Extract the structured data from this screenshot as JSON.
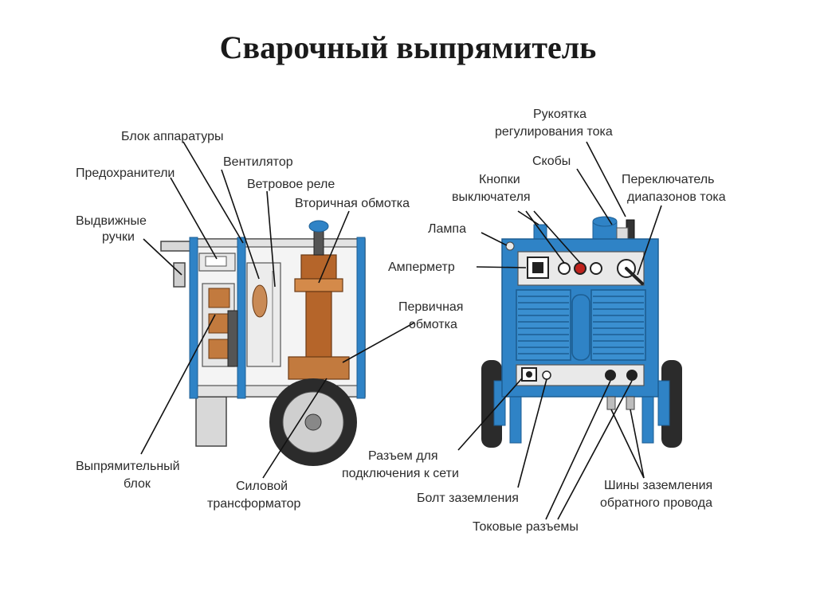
{
  "title": "Сварочный выпрямитель",
  "colors": {
    "body_blue": "#2f83c6",
    "blue_dark": "#1d5e93",
    "copper": "#b5652a",
    "copper_light": "#d48a4a",
    "metal_gray": "#d8d8d8",
    "wheel_dark": "#2b2b2b",
    "lamp_red": "#c0221d",
    "leader_line": "#111111",
    "text": "#2b2b2b"
  },
  "side_view": {
    "labels": {
      "apparatus_block": "Блок аппаратуры",
      "fan": "Вентилятор",
      "fuses": "Предохранители",
      "wind_relay": "Ветровое реле",
      "secondary_winding": "Вторичная обмотка",
      "pull_handles_1": "Выдвижные",
      "pull_handles_2": "ручки",
      "primary_winding_1": "Первичная",
      "primary_winding_2": "обмотка",
      "rectifier_block_1": "Выпрямительный",
      "rectifier_block_2": "блок",
      "power_transformer_1": "Силовой",
      "power_transformer_2": "трансформатор"
    }
  },
  "front_view": {
    "labels": {
      "current_handle_1": "Рукоятка",
      "current_handle_2": "регулирования тока",
      "brackets": "Скобы",
      "switch_buttons_1": "Кнопки",
      "switch_buttons_2": "выключателя",
      "range_switch_1": "Переключатель",
      "range_switch_2": "диапазонов тока",
      "lamp": "Лампа",
      "ammeter": "Амперметр",
      "mains_connector_1": "Разъем для",
      "mains_connector_2": "подключения к сети",
      "ground_bolt": "Болт заземления",
      "ground_bars_1": "Шины заземления",
      "ground_bars_2": "обратного провода",
      "current_connectors": "Токовые разъемы"
    }
  }
}
